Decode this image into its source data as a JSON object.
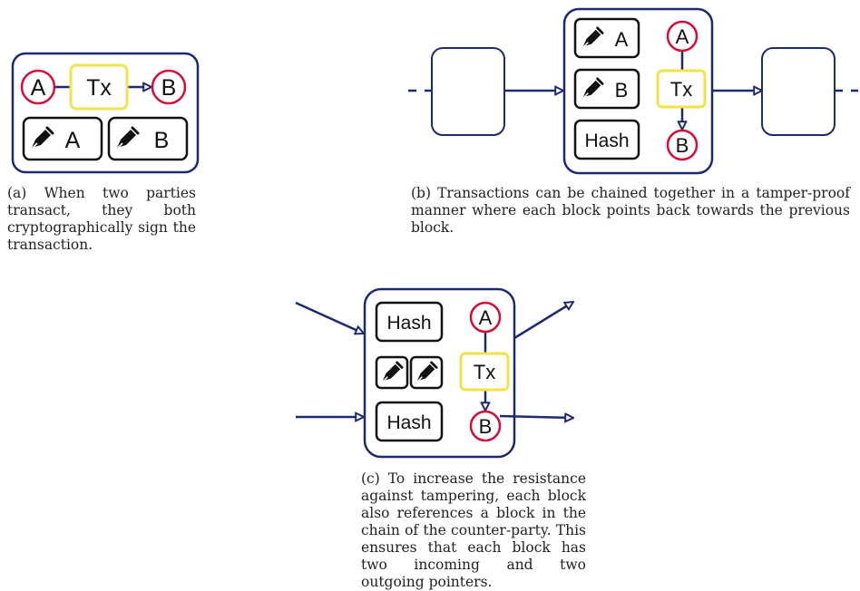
{
  "colors": {
    "navy": "#1f2a6e",
    "party_red": "#d0103a",
    "tx_yellow": "#f2e34b",
    "box_black": "#111111"
  },
  "labels": {
    "party_a": "A",
    "party_b": "B",
    "tx": "Tx",
    "hash": "Hash"
  },
  "icons": {
    "signature": "pen-icon"
  },
  "captions": {
    "a": "(a) When two parties transact, they both cryptographically sign the transaction.",
    "b": "(b) Transactions can be chained together in a tamper-proof manner where each block points back towards the previous block.",
    "c": "(c) To increase the resistance against tampering, each block also references a block in the chain of the counter-party. This ensures that each block has two incoming and two outgoing pointers."
  }
}
